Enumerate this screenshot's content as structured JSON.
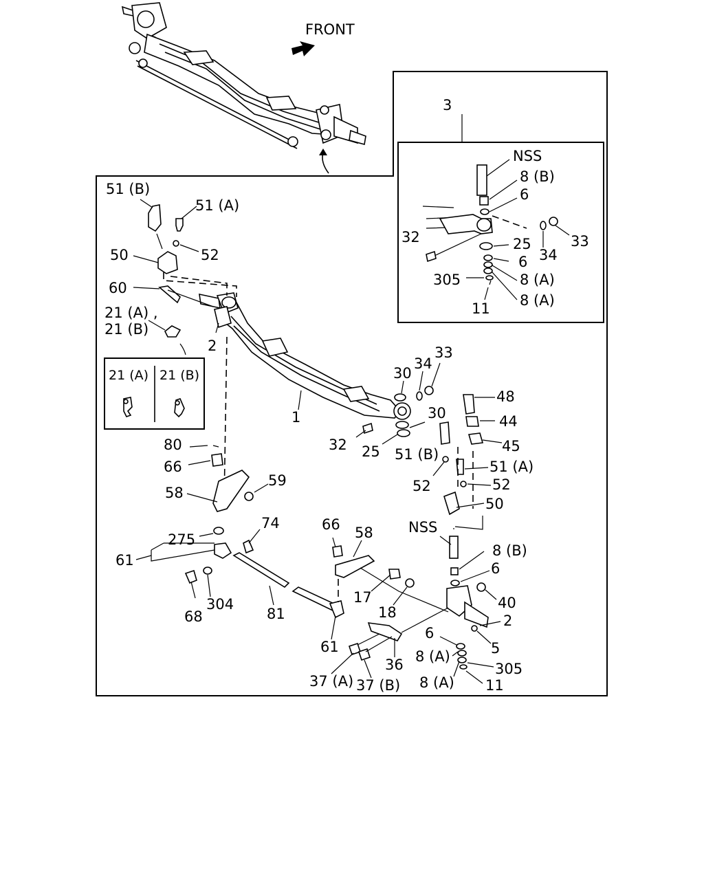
{
  "direction_label": "FRONT",
  "inset_21": {
    "left": "21 (A)",
    "right": "21 (B)"
  },
  "callouts": {
    "c3": "3",
    "nss_top": "NSS",
    "c8b_top": "8 (B)",
    "c6_top": "6",
    "c32_top": "32",
    "c25_top": "25",
    "c6_top2": "6",
    "c305_top": "305",
    "c8a_top1": "8 (A)",
    "c8a_top2": "8 (A)",
    "c11_top": "11",
    "c34_top": "34",
    "c33_top": "33",
    "c51b_l": "51 (B)",
    "c51a_l": "51 (A)",
    "c52_l": "52",
    "c50_l": "50",
    "c60": "60",
    "c21ab_1": "21 (A) ,",
    "c21ab_2": "21 (B)",
    "c2_l": "2",
    "c1": "1",
    "c30_a": "30",
    "c34_m": "34",
    "c33_m": "33",
    "c30_b": "30",
    "c32_m": "32",
    "c25_m": "25",
    "c48": "48",
    "c44": "44",
    "c45": "45",
    "c51b_r": "51 (B)",
    "c51a_r": "51 (A)",
    "c52_r1": "52",
    "c52_r2": "52",
    "c50_r": "50",
    "nss_r": "NSS",
    "c8b_r": "8 (B)",
    "c6_r": "6",
    "c40": "40",
    "c2_r": "2",
    "c5": "5",
    "c6_r2": "6",
    "c8a_r1": "8 (A)",
    "c305_r": "305",
    "c8a_r2": "8 (A)",
    "c11_r": "11",
    "c80": "80",
    "c66_l": "66",
    "c58_l": "58",
    "c59": "59",
    "c74": "74",
    "c275": "275",
    "c61_l": "61",
    "c68": "68",
    "c304": "304",
    "c81": "81",
    "c66_m": "66",
    "c58_m": "58",
    "c17": "17",
    "c18": "18",
    "c61_m": "61",
    "c36": "36",
    "c37a": "37 (A)",
    "c37b": "37 (B)"
  }
}
